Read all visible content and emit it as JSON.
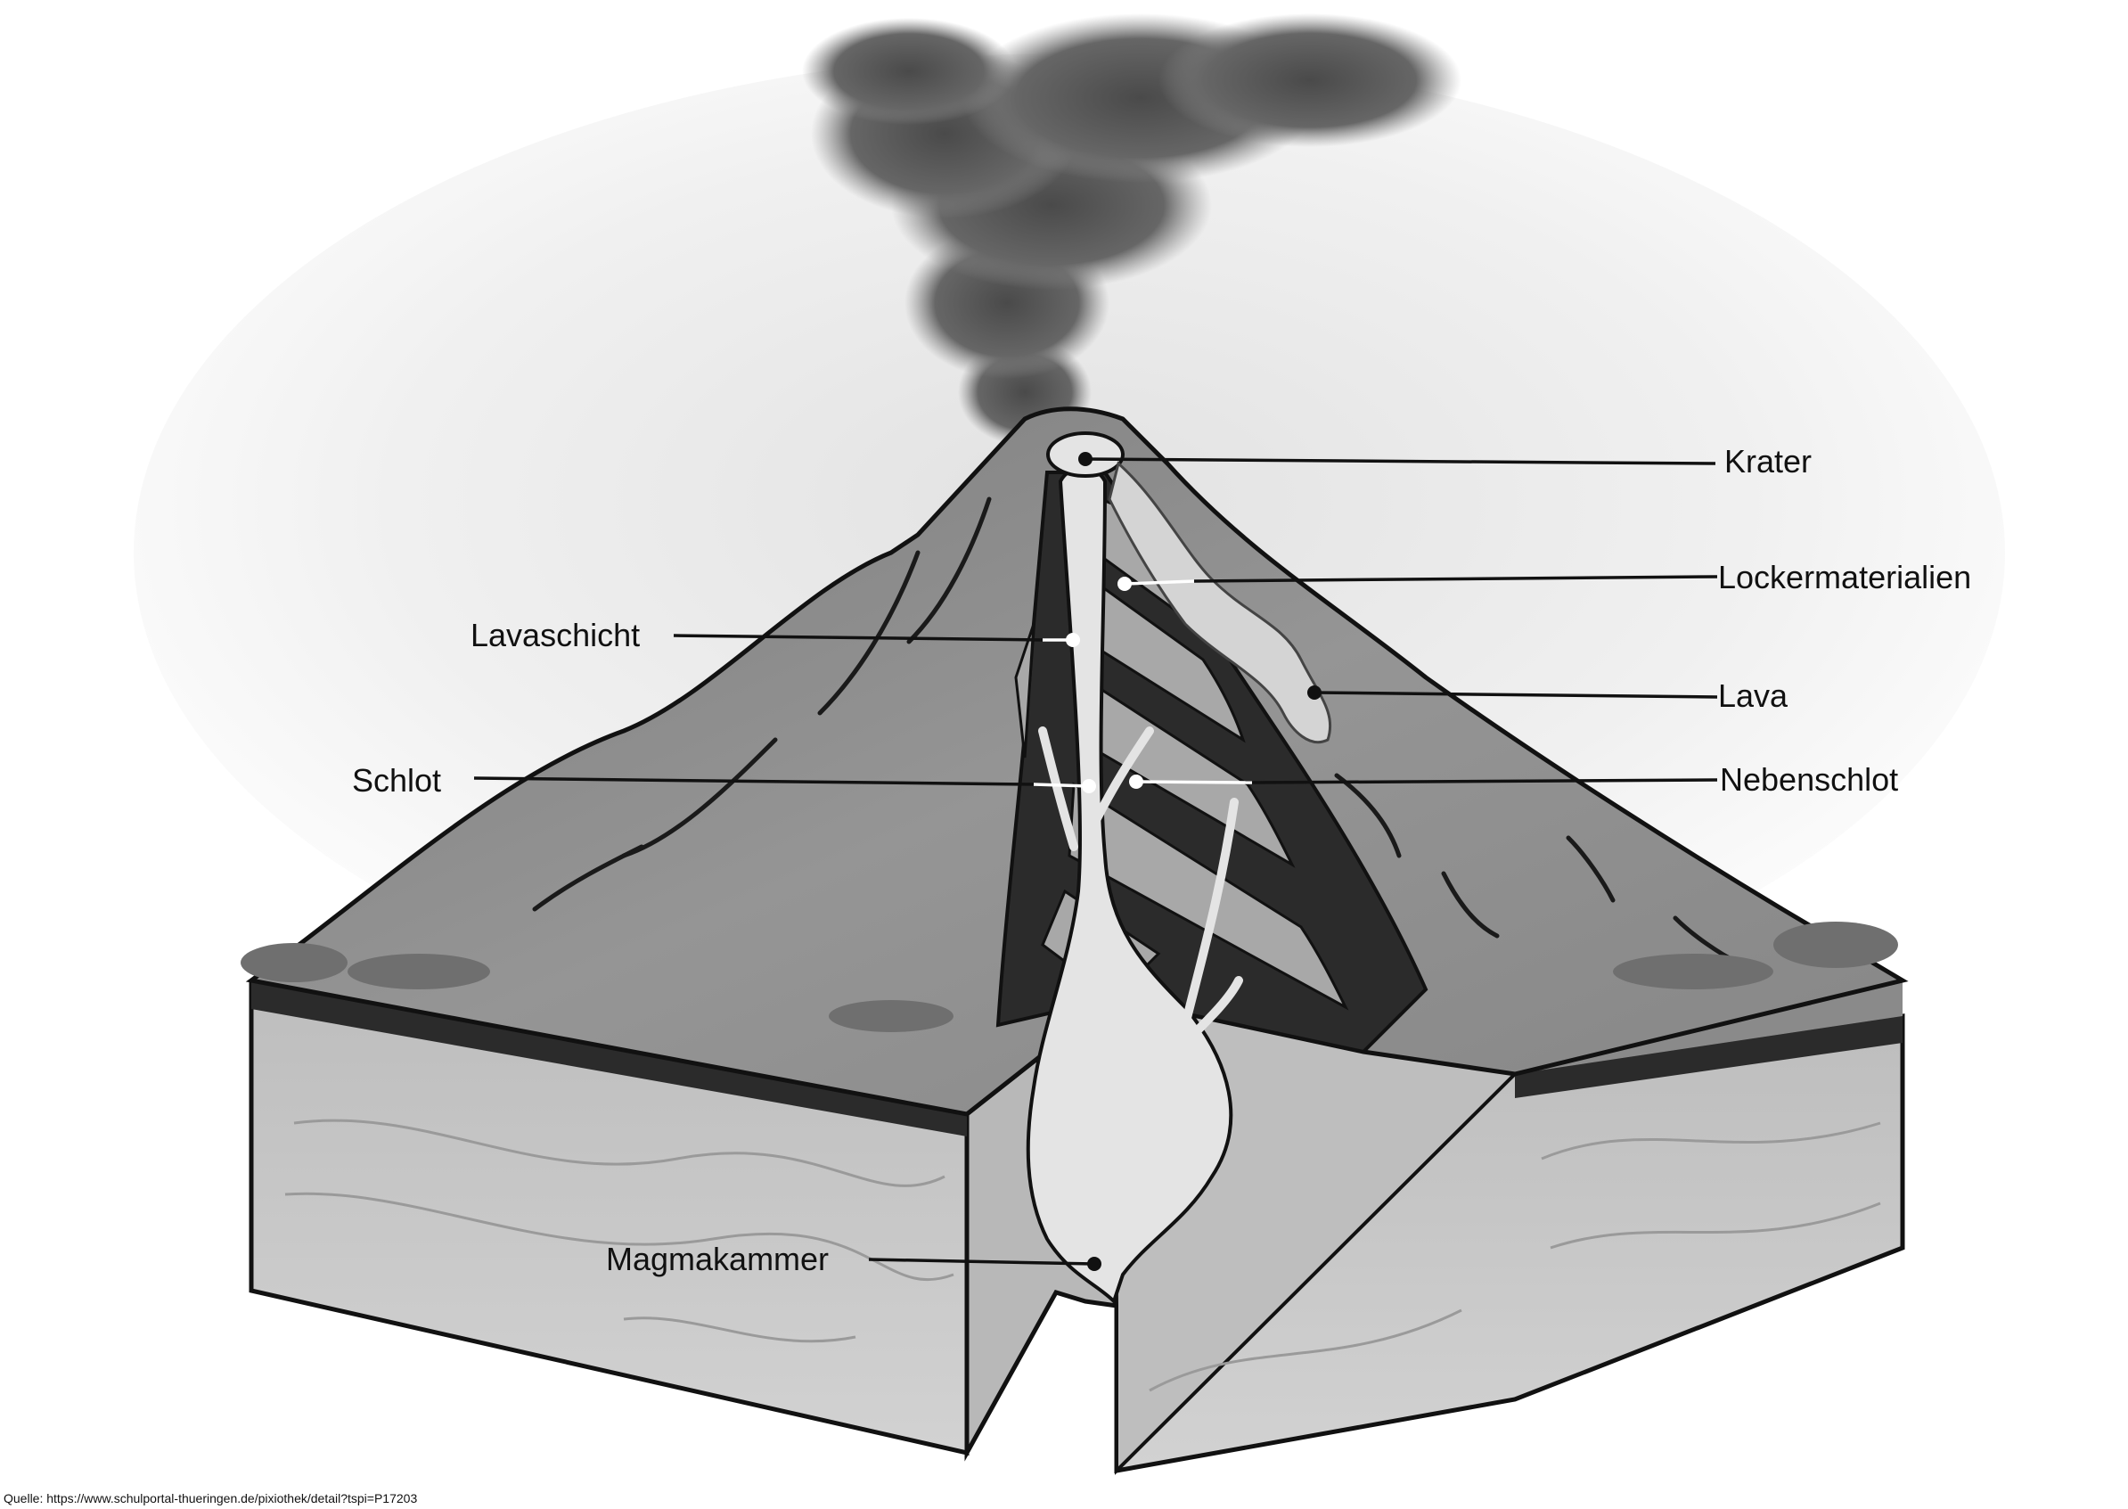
{
  "labels": {
    "krater": "Krater",
    "lockermaterialien": "Lockermaterialien",
    "lava": "Lava",
    "nebenschlot": "Nebenschlot",
    "lavaschicht": "Lavaschicht",
    "schlot": "Schlot",
    "magmakammer": "Magmakammer"
  },
  "source": "Quelle: https://www.schulportal-thueringen.de/pixiothek/detail?tspi=P17203",
  "colors": {
    "smoke": "#5a5a5a",
    "cone": "#8c8c8c",
    "dark_layer": "#2b2b2b",
    "light_layer": "#a8a8a8",
    "magma": "#e4e4e4",
    "rock": "#c9c9c9",
    "grass": "#6f6f6f"
  }
}
